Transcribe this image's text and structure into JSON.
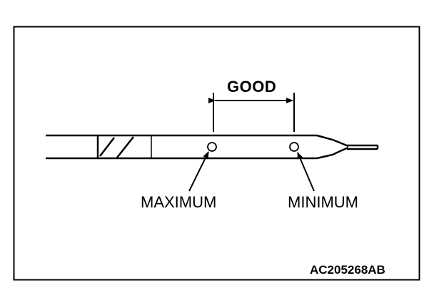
{
  "figure": {
    "subject": "oil-level-dipstick",
    "range_label": "GOOD",
    "max_mark_label": "MAXIMUM",
    "min_mark_label": "MINIMUM",
    "figure_code": "AC205268AB"
  },
  "colors": {
    "ink": "#000000",
    "paper": "#ffffff"
  }
}
